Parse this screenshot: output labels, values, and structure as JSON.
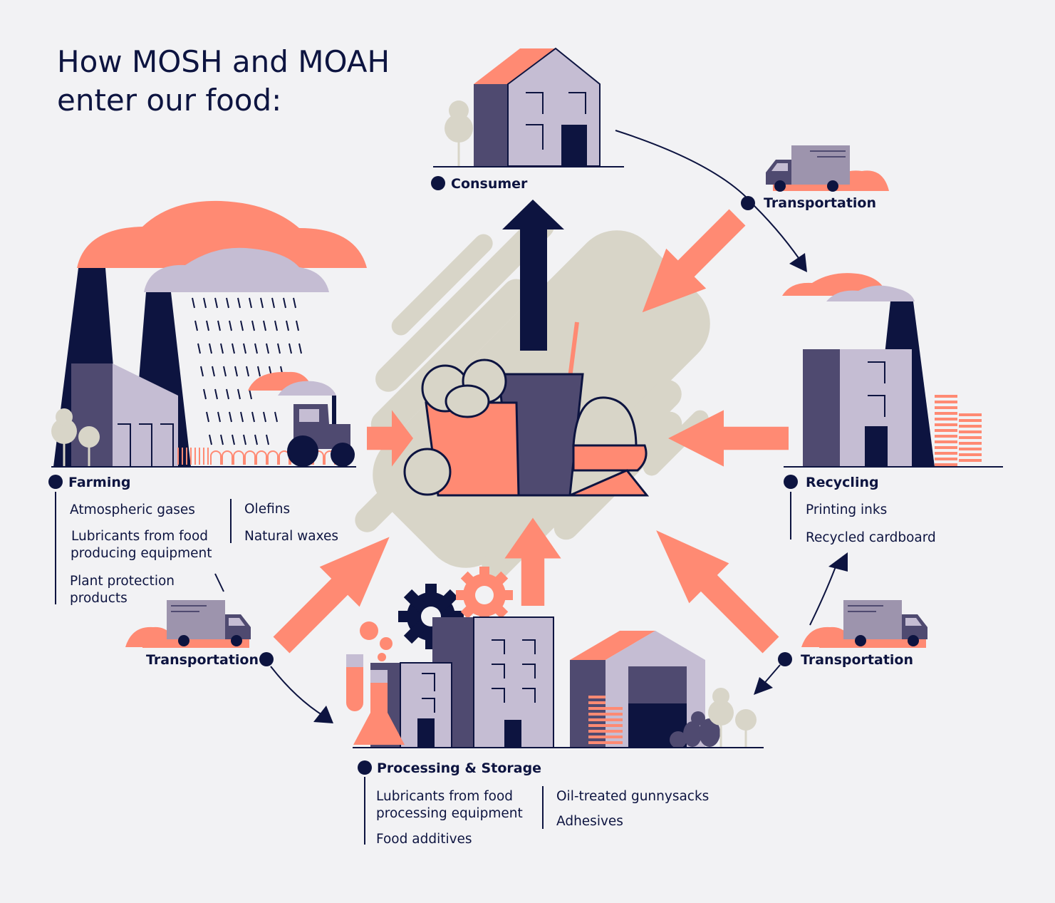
{
  "title": {
    "line1": "How MOSH and MOAH",
    "line2": "enter our food:"
  },
  "colors": {
    "navy": "#0d1440",
    "salmon": "#ff8a73",
    "lavender": "#c5bdd3",
    "purple": "#4f4a70",
    "beige": "#d8d5c8",
    "background": "#f2f2f4"
  },
  "consumer": {
    "label": "Consumer"
  },
  "transport_top": {
    "label": "Transportation"
  },
  "transport_left": {
    "label": "Transportation"
  },
  "transport_right": {
    "label": "Transportation"
  },
  "farming": {
    "label": "Farming",
    "col1": [
      "Atmospheric gases",
      "Lubricants from food",
      "producing equipment",
      "Plant protection",
      "products"
    ],
    "col2": [
      "Olefins",
      "Natural waxes"
    ]
  },
  "recycling": {
    "label": "Recycling",
    "items": [
      "Printing inks",
      "Recycled cardboard"
    ]
  },
  "processing": {
    "label": "Processing & Storage",
    "col1": [
      "Lubricants from food",
      "processing equipment",
      "Food additives"
    ],
    "col2": [
      "Oil-treated gunnysacks",
      "Adhesives"
    ]
  }
}
